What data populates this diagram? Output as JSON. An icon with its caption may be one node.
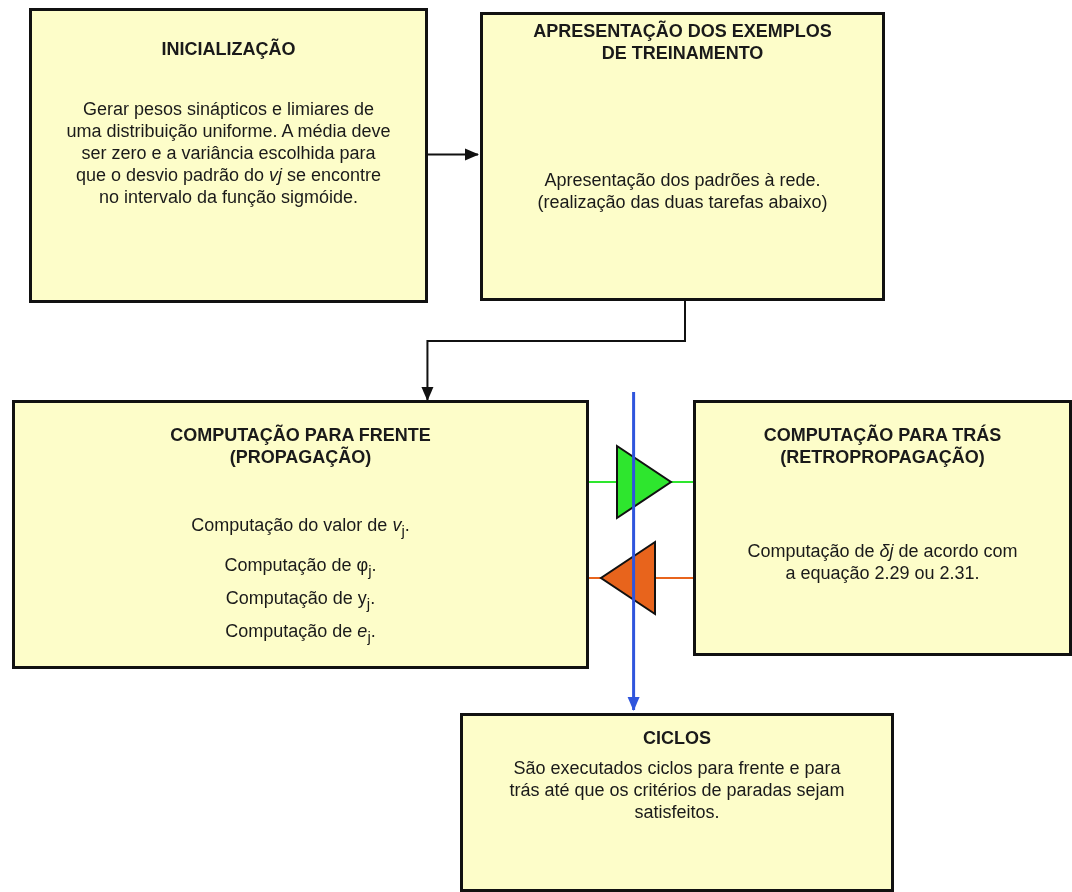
{
  "diagram": {
    "nodes": [
      {
        "text": [
          "INICIALIZAÇÃO",
          "Gerar pesos sinápticos e limiares de uma distribuição uniforme. A média deve ser zero e a variância escolhida para que o desvio padrão do *vj* se encontre no intervalo da função sigmóide."
        ]
      },
      {
        "text": [
          "APRESENTAÇÃO DOS EXEMPLOS DE TREINAMENTO",
          "Apresentação dos padrões à rede. (realização das duas tarefas abaixo)"
        ]
      },
      {
        "text": [
          "COMPUTAÇÃO PARA FRENTE (PROPAGAÇÃO)",
          "Computação do valor de *v*$_{j}$.",
          "Computação de φ$_{j}$.",
          "Computação de y$_{j}$.",
          "Computação de *e*$_{j}$."
        ]
      },
      {
        "text": [
          "COMPUTAÇÃO PARA TRÁS (RETROPROPAGAÇÃO)",
          "Computação de *δj* de acordo com a equação 2.29 ou 2.31."
        ]
      },
      {
        "text": [
          "CICLOS",
          "São executados ciclos para frente e para trás até que os critérios de paradas sejam satisfeitos."
        ]
      }
    ],
    "edges": [
      {
        "from": 0,
        "to": 1,
        "arrow": "to"
      },
      {
        "from": 1,
        "to": 2,
        "arrow": "to"
      },
      {
        "from": 2,
        "to": 3,
        "arrow": "to",
        "color": "#2ee62e"
      },
      {
        "from": 3,
        "to": 2,
        "arrow": "to",
        "color": "#e8641c"
      },
      {
        "from": null,
        "to": 4,
        "arrow": "to",
        "color": "#2f55dd"
      }
    ]
  }
}
